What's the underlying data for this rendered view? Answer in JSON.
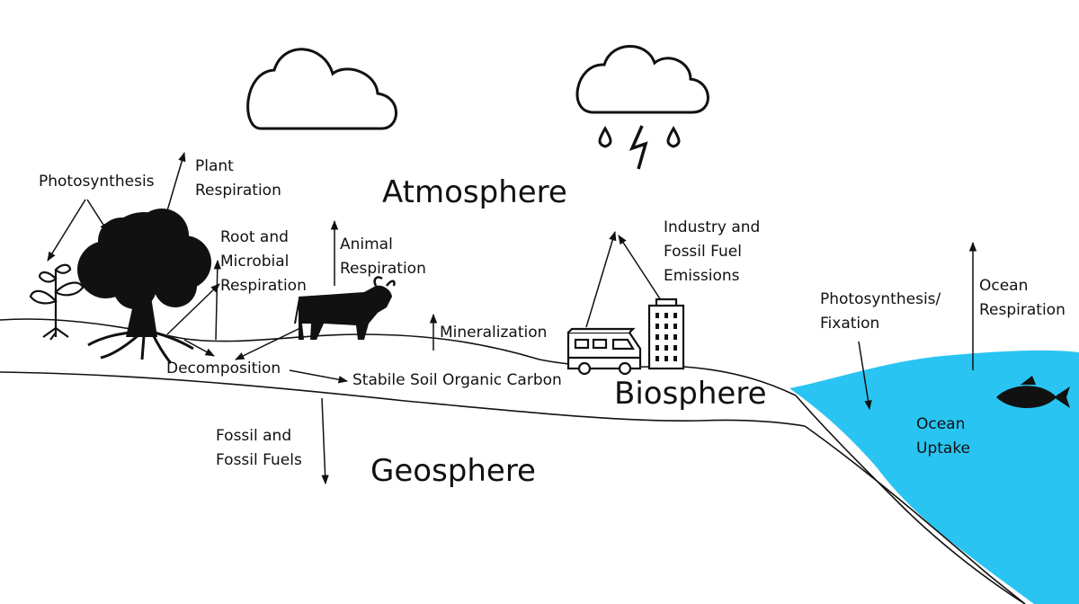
{
  "spheres": {
    "atmosphere": "Atmosphere",
    "biosphere": "Biosphere",
    "geosphere": "Geosphere"
  },
  "labels": {
    "photosynthesis": "Photosynthesis",
    "plant_respiration": [
      "Plant",
      "Respiration"
    ],
    "root_microbial": [
      "Root and",
      "Microbial",
      "Respiration"
    ],
    "animal_respiration": [
      "Animal",
      "Respiration"
    ],
    "mineralization": "Mineralization",
    "decomposition": "Decomposition",
    "stable_soc": "Stabile Soil Organic Carbon",
    "industry": [
      "Industry and",
      "Fossil Fuel",
      "Emissions"
    ],
    "fossil": [
      "Fossil and",
      "Fossil Fuels"
    ],
    "photo_fixation": [
      "Photosynthesis/",
      "Fixation"
    ],
    "ocean_respiration": [
      "Ocean",
      "Respiration"
    ],
    "ocean_uptake": [
      "Ocean",
      "Uptake"
    ]
  },
  "colors": {
    "ocean": "#29c4f2",
    "ink": "#111111"
  },
  "icons": [
    "cloud-icon",
    "storm-cloud-icon",
    "seedling-icon",
    "tree-icon",
    "cow-icon",
    "camper-van-icon",
    "factory-building-icon",
    "fish-icon"
  ]
}
